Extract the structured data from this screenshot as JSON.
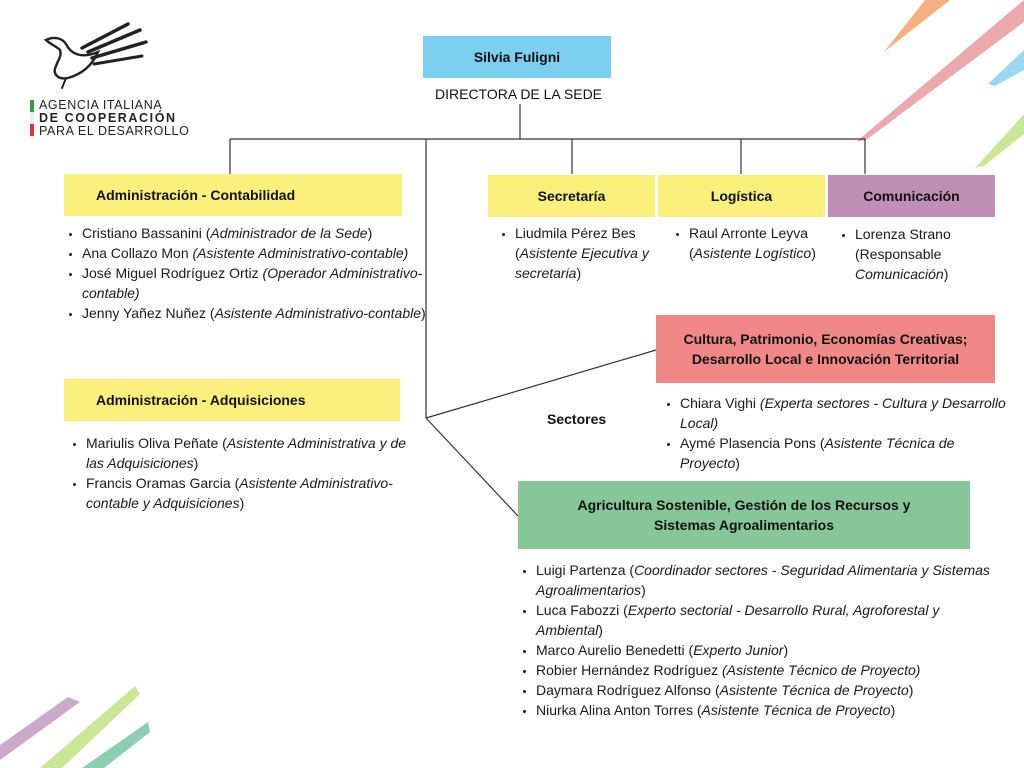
{
  "logo": {
    "line1": "AGENCIA ITALIANA",
    "line2": "DE COOPERACIÓN",
    "line3": "PARA EL DESARROLLO"
  },
  "head": {
    "name": "Silvia Fuligni",
    "title": "DIRECTORA DE LA SEDE"
  },
  "colors": {
    "director": "#7ccfef",
    "yellow": "#fbf07c",
    "comunicacion": "#bf8fb5",
    "cultura": "#f08888",
    "agricultura": "#86c698"
  },
  "units": {
    "contabilidad": {
      "title": "Administración - Contabilidad",
      "people": [
        {
          "name": "Cristiano Bassanini (",
          "role": "Administrador de la Sede",
          "close": ")"
        },
        {
          "name": "Ana Collazo Mon ",
          "role": "(Asistente Administrativo-contable)",
          "close": ""
        },
        {
          "name": "José Miguel Rodríguez Ortiz ",
          "role": "(Operador Administrativo-contable)",
          "close": ""
        },
        {
          "name": "Jenny Yañez Nuñez (",
          "role": "Asistente Administrativo-contable",
          "close": ")"
        }
      ]
    },
    "adquisiciones": {
      "title": "Administración - Adquisiciones",
      "people": [
        {
          "name": "Mariulis Oliva Peñate (",
          "role": "Asistente Administrativa y de las Adquisiciones",
          "close": ")"
        },
        {
          "name": "Francis Oramas Garcia (",
          "role": "Asistente Administrativo-contable y Adquisiciones",
          "close": ")"
        }
      ]
    },
    "secretaria": {
      "title": "Secretaría",
      "people": [
        {
          "name": "Liudmila Pérez Bes (",
          "role": "Asistente Ejecutiva y secretaria",
          "close": ")"
        }
      ]
    },
    "logistica": {
      "title": "Logística",
      "people": [
        {
          "name": "Raul Arronte Leyva (",
          "role": "Asistente Logístico",
          "close": ")"
        }
      ]
    },
    "comunicacion": {
      "title": "Comunicación",
      "people": [
        {
          "name": " Lorenza Strano (Responsable ",
          "role": "Comunicación",
          "close": ")"
        }
      ]
    },
    "sectores_label": "Sectores",
    "cultura": {
      "title": "Cultura, Patrimonio, Economías Creativas; Desarrollo Local e Innovación Territorial",
      "people": [
        {
          "name": "Chiara Vighi ",
          "role": "(Experta sectores - Cultura y Desarrollo Local)",
          "close": ""
        },
        {
          "name": "Aymé Plasencia Pons (",
          "role": "Asistente Técnica de Proyecto",
          "close": ")"
        }
      ]
    },
    "agricultura": {
      "title": "Agricultura Sostenible, Gestión de los Recursos y Sistemas Agroalimentarios",
      "people": [
        {
          "name": "Luigi Partenza (",
          "role": "Coordinador sectores - Seguridad Alimentaria y Sistemas Agroalimentarios",
          "close": ")"
        },
        {
          "name": "Luca Fabozzi (",
          "role": "Experto sectorial - Desarrollo Rural, Agroforestal y Ambiental",
          "close": ")"
        },
        {
          "name": "Marco Aurelio Benedetti (",
          "role": "Experto Junior",
          "close": ")"
        },
        {
          "name": "Robier Hernández Rodríguez ",
          "role": "(Asistente Técnico de Proyecto)",
          "close": ""
        },
        {
          "name": "Daymara Rodríguez Alfonso (",
          "role": "Asistente Técnica de Proyecto",
          "close": ")"
        },
        {
          "name": "Niurka Alina Anton Torres (",
          "role": "Asistente Técnica de Proyecto",
          "close": ")"
        }
      ]
    }
  }
}
